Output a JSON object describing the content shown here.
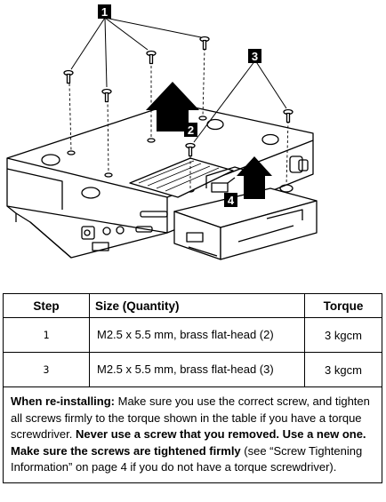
{
  "callouts": {
    "c1": "1",
    "c2": "2",
    "c3": "3",
    "c4": "4"
  },
  "table": {
    "headers": {
      "step": "Step",
      "size": "Size (Quantity)",
      "torque": "Torque"
    },
    "rows": [
      {
        "step": "1",
        "size": "M2.5 x 5.5 mm, brass flat-head (2)",
        "torque": "3 kgcm"
      },
      {
        "step": "3",
        "size": "M2.5 x 5.5 mm, brass flat-head (3)",
        "torque": "3 kgcm"
      }
    ],
    "note": {
      "lead": "When re-installing:",
      "t1": " Make sure you use the correct screw, and tighten all screws firmly to the torque shown in the table if you have a torque screwdriver. ",
      "bold1": "Never use a screw that you removed.  Use a new one.  Make sure the screws are tightened firmly",
      "t2": " (see “Screw Tightening Information” on page 4 if you do not have a torque screwdriver)."
    }
  }
}
